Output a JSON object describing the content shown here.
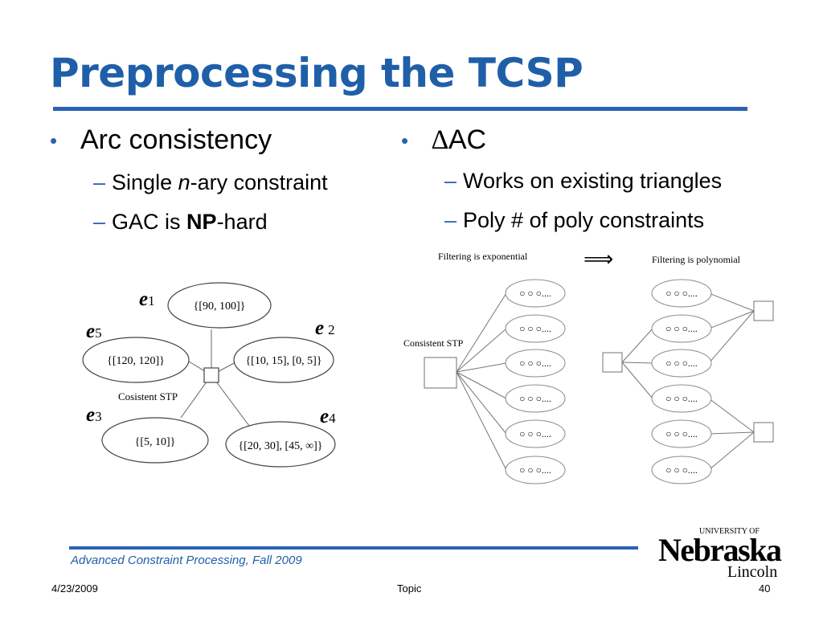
{
  "slide": {
    "title": "Preprocessing the TCSP",
    "left_bullet": "Arc consistency",
    "left_subs": [
      {
        "pre": "Single ",
        "it": "n",
        "post": "-ary constraint"
      },
      {
        "pre": "GAC is ",
        "b": "NP",
        "post": "-hard"
      }
    ],
    "right_bullet_symbol": "∆",
    "right_bullet_text": "AC",
    "right_subs": [
      "Works on existing triangles",
      "Poly # of poly constraints"
    ]
  },
  "star_diagram": {
    "center_label": "Cosistent STP",
    "nodes": [
      {
        "name": "e",
        "sub": "1",
        "label": "{[90, 100]}"
      },
      {
        "name": "e",
        "sub": "2",
        "label": "{[10, 15], [0, 5]}"
      },
      {
        "name": "e",
        "sub": "3",
        "label": "{[5, 10]}"
      },
      {
        "name": "e",
        "sub": "4",
        "label": "{[20, 30], [45, ∞]}"
      },
      {
        "name": "e",
        "sub": "5",
        "label": "{[120, 120]}"
      }
    ]
  },
  "filter_diagram": {
    "left_caption": "Filtering is exponential",
    "right_caption": "Filtering is polynomial",
    "arrow": "⟹",
    "stp_label": "Consistent STP",
    "node_text": "○ ○ ○....",
    "node_count": 6
  },
  "footer": {
    "course": "Advanced Constraint Processing, Fall 2009",
    "date": "4/23/2009",
    "topic": "Topic",
    "page": "40",
    "logo_top": "UNIVERSITY OF",
    "logo_main": "Nebraska",
    "logo_sub": "Lincoln"
  },
  "colors": {
    "title": "#1f5fa8",
    "accent": "#2a62b5",
    "logo": "#000000"
  }
}
